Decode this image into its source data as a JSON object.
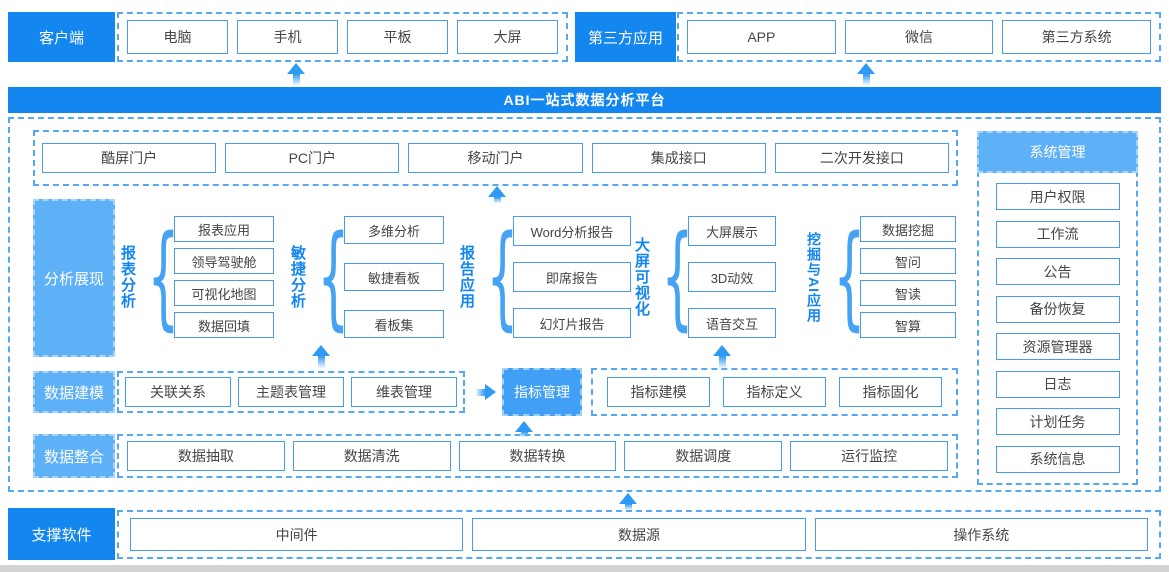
{
  "palette": {
    "primary_blue": "#1386f0",
    "light_blue_label": "#5eb1f6",
    "metric_highlight_blue": "#419ff5",
    "dashed_border_blue": "#55a9f3",
    "box_border_blue": "#4a9ce9",
    "box_text": "#454545"
  },
  "top": {
    "client": {
      "label": "客户端",
      "items": [
        "电脑",
        "手机",
        "平板",
        "大屏"
      ]
    },
    "thirdparty": {
      "label": "第三方应用",
      "items": [
        "APP",
        "微信",
        "第三方系统"
      ]
    }
  },
  "banner": {
    "title": "ABI一站式数据分析平台"
  },
  "platform": {
    "interfaces": [
      "酷屏门户",
      "PC门户",
      "移动门户",
      "集成接口",
      "二次开发接口"
    ],
    "analysis": {
      "label": "分析展现",
      "groups": [
        {
          "name": "报表分析",
          "items": [
            "报表应用",
            "领导驾驶舱",
            "可视化地图",
            "数据回填"
          ]
        },
        {
          "name": "敏捷分析",
          "items": [
            "多维分析",
            "敏捷看板",
            "看板集"
          ]
        },
        {
          "name": "报告应用",
          "items": [
            "Word分析报告",
            "即席报告",
            "幻灯片报告"
          ]
        },
        {
          "name": "大屏可视化",
          "items": [
            "大屏展示",
            "3D动效",
            "语音交互"
          ]
        },
        {
          "name": "挖掘与AI应用",
          "items": [
            "数据挖掘",
            "智问",
            "智读",
            "智算"
          ]
        }
      ],
      "brace": "{"
    },
    "modeling": {
      "label": "数据建模",
      "items": [
        "关联关系",
        "主题表管理",
        "维表管理"
      ],
      "highlight": "指标管理",
      "metric_items": [
        "指标建模",
        "指标定义",
        "指标固化"
      ]
    },
    "integration": {
      "label": "数据整合",
      "items": [
        "数据抽取",
        "数据清洗",
        "数据转换",
        "数据调度",
        "运行监控"
      ]
    },
    "system": {
      "label": "系统管理",
      "items": [
        "用户权限",
        "工作流",
        "公告",
        "备份恢复",
        "资源管理器",
        "日志",
        "计划任务",
        "系统信息"
      ]
    }
  },
  "support": {
    "label": "支撑软件",
    "items": [
      "中间件",
      "数据源",
      "操作系统"
    ]
  }
}
